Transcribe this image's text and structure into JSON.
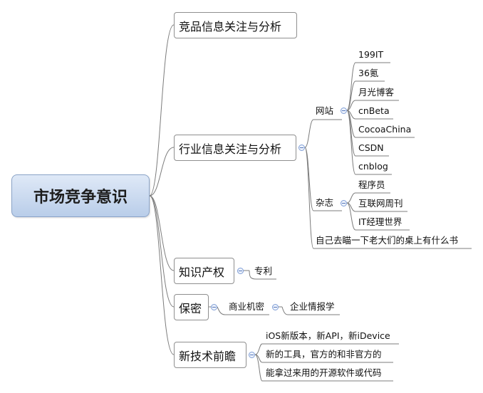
{
  "root": "市场竞争意识",
  "branches": {
    "competitor": "竞品信息关注与分析",
    "industry": "行业信息关注与分析",
    "ip": "知识产权",
    "secret": "保密",
    "tech": "新技术前瞻"
  },
  "industry": {
    "sites_label": "网站",
    "sites": [
      "199IT",
      "36氪",
      "月光博客",
      "cnBeta",
      "CocoaChina",
      "CSDN",
      "cnblog"
    ],
    "mag_label": "杂志",
    "mags": [
      "程序员",
      "互联网周刊",
      "IT经理世界"
    ],
    "note": "自己去瞄一下老大们的桌上有什么书"
  },
  "ip": {
    "patent": "专利"
  },
  "secret": {
    "biz": "商业机密",
    "intel": "企业情报学"
  },
  "tech": {
    "items": [
      "iOS新版本，新API，新iDevice",
      "新的工具，官方的和非官方的",
      "能拿过来用的开源软件或代码"
    ]
  },
  "colors": {
    "line": "#7c7c7c",
    "root_top": "#dfe9f7",
    "root_bottom": "#b9cde9",
    "collapse": "#7f9ed6"
  }
}
